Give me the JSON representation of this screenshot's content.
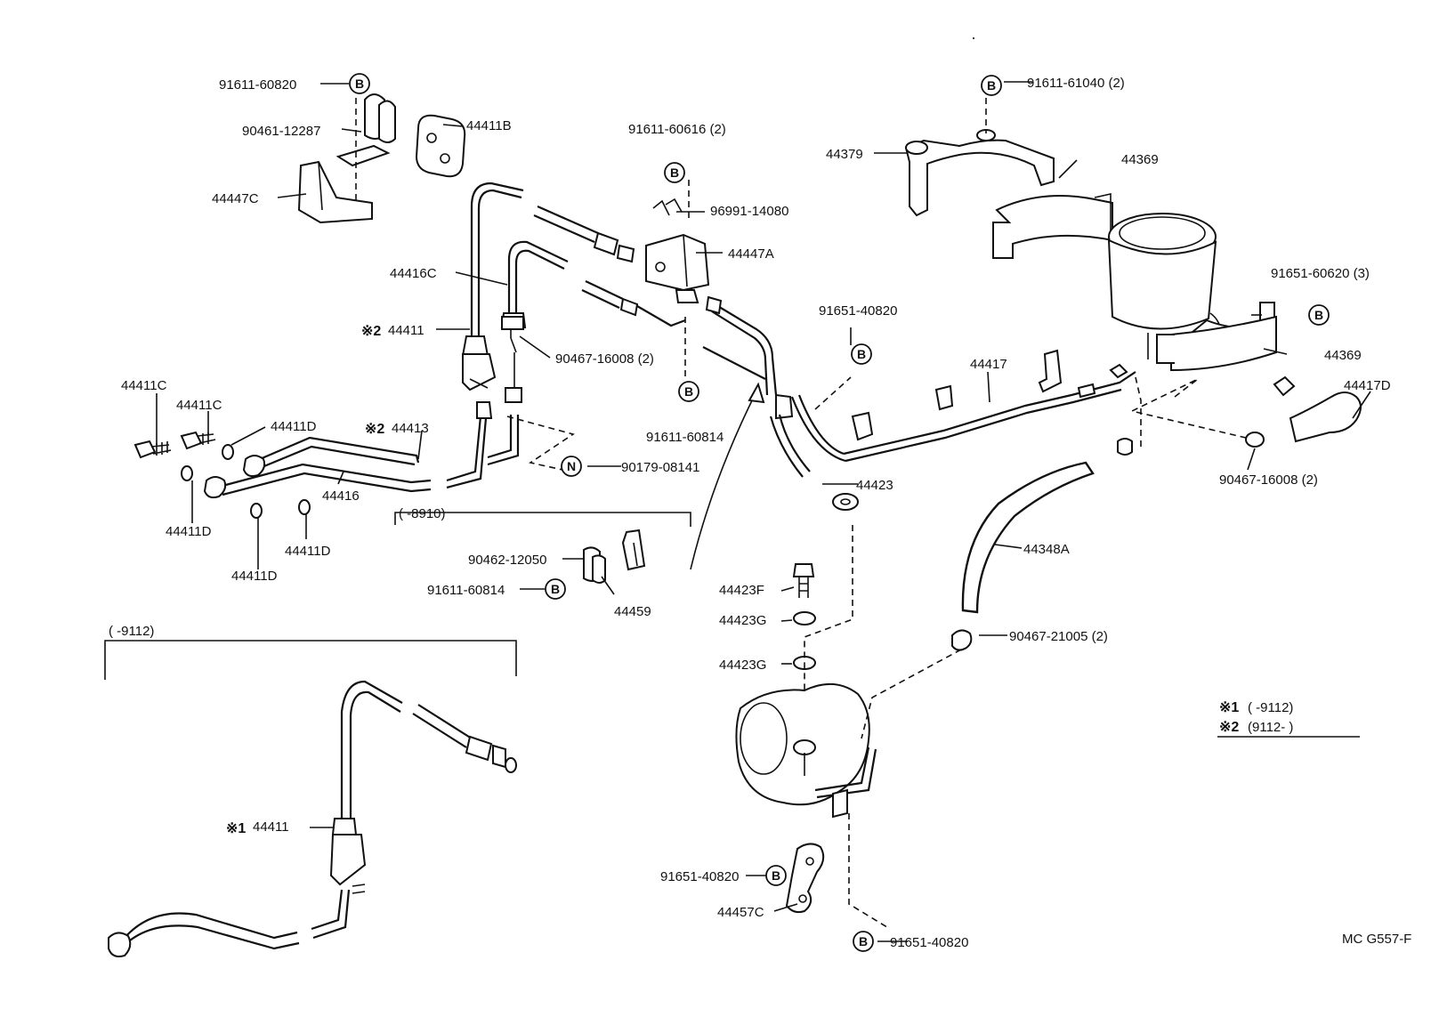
{
  "diagram": {
    "watermark": "MC G557-F",
    "labels": {
      "p91611_60820": "91611-60820",
      "p90461_12287": "90461-12287",
      "p44411B": "44411B",
      "p44447C": "44447C",
      "p91611_60616": "91611-60616 (2)",
      "p96991_14080": "96991-14080",
      "p44447A": "44447A",
      "p44416C": "44416C",
      "p44411_2": "44411",
      "p90467_16008a": "90467-16008 (2)",
      "p91611_60814a": "91611-60814",
      "p44411C_a": "44411C",
      "p44411C_b": "44411C",
      "p44411D_a": "44411D",
      "p44413": "44413",
      "p44416": "44416",
      "p44411D_b": "44411D",
      "p44411D_c": "44411D",
      "p44411D_d": "44411D",
      "p90179_08141": "90179-08141",
      "r8910": "(        -8910)",
      "p90462_12050": "90462-12050",
      "p91611_60814b": "91611-60814",
      "p44459": "44459",
      "r9112": "(        -9112)",
      "p44411_1": "44411",
      "p91611_61040": "91611-61040 (2)",
      "p44379": "44379",
      "p44369a": "44369",
      "p91651_60620": "91651-60620 (3)",
      "p91651_40820a": "91651-40820",
      "p44417": "44417",
      "p44369b": "44369",
      "p44417D": "44417D",
      "p90467_16008b": "90467-16008 (2)",
      "p44423": "44423",
      "p44348A": "44348A",
      "p44423F": "44423F",
      "p44423G_a": "44423G",
      "p44423G_b": "44423G",
      "p90467_21005": "90467-21005 (2)",
      "p91651_40820b": "91651-40820",
      "p44457C": "44457C",
      "p91651_40820c": "91651-40820"
    },
    "markers": {
      "b": "B",
      "n": "N",
      "star1": "※1",
      "star2": "※2"
    },
    "legend": {
      "row1_mark": "※1",
      "row1_range": "(        -9112)",
      "row2_mark": "※2",
      "row2_range": "(9112-          )"
    }
  }
}
